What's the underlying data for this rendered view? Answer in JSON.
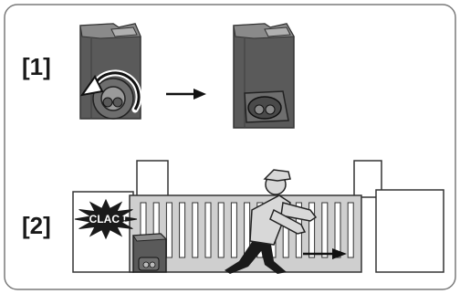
{
  "steps": [
    {
      "label": "[1]"
    },
    {
      "label": "[2]"
    }
  ],
  "sound_effect": "CLAC !",
  "icons": {
    "rotate_arrow": "counterclockwise-arrow-icon",
    "transition_arrow": "right-arrow-icon",
    "motion_arrow": "right-arrow-icon"
  },
  "colors": {
    "frame_border": "#7a7a7a",
    "motor_dark": "#5a5a5a",
    "motor_light": "#8a8a8a",
    "gate_fill": "#cfcfcf",
    "burst": "#1a1a1a",
    "person_fill": "#d8d8d8"
  }
}
